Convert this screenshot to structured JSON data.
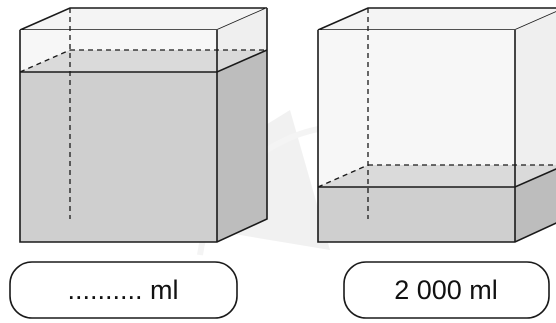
{
  "containers": [
    {
      "label": ".......... ml",
      "water_level_fraction": 0.78
    },
    {
      "label": "2 000 ml",
      "water_level_fraction": 0.25
    }
  ],
  "colors": {
    "water": "#cfcfcf",
    "water_top": "#bdbdbd",
    "glass": "#f7f7f7",
    "edge": "#1a1a1a",
    "watermark": "#e3e3e3"
  }
}
